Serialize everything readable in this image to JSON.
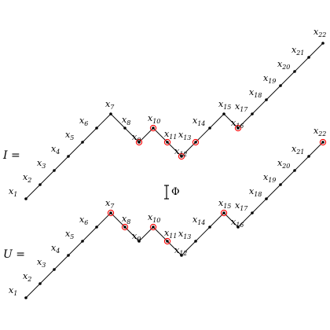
{
  "rows": [
    {
      "id": "I",
      "label": "I =",
      "heights": [
        0,
        1,
        2,
        3,
        4,
        5,
        6,
        5,
        4,
        5,
        4,
        3,
        4,
        5,
        6,
        5,
        6,
        7,
        8,
        9,
        10,
        11
      ],
      "circled": [
        9,
        10,
        11,
        12,
        13,
        16
      ]
    },
    {
      "id": "U",
      "label": "U =",
      "heights": [
        0,
        1,
        2,
        3,
        4,
        5,
        6,
        5,
        4,
        5,
        4,
        3,
        4,
        5,
        6,
        5,
        6,
        7,
        8,
        9,
        10,
        11
      ],
      "circled": [
        7,
        8,
        10,
        11,
        15,
        22
      ]
    }
  ],
  "node_labels": [
    "x1",
    "x2",
    "x3",
    "x4",
    "x5",
    "x6",
    "x7",
    "x8",
    "x9",
    "x10",
    "x11",
    "x12",
    "x13",
    "x14",
    "x15",
    "x16",
    "x17",
    "x18",
    "x19",
    "x20",
    "x21",
    "x22"
  ],
  "map_label": "Φ",
  "colors": {
    "path": "#000000",
    "highlight": "#ff0000"
  }
}
